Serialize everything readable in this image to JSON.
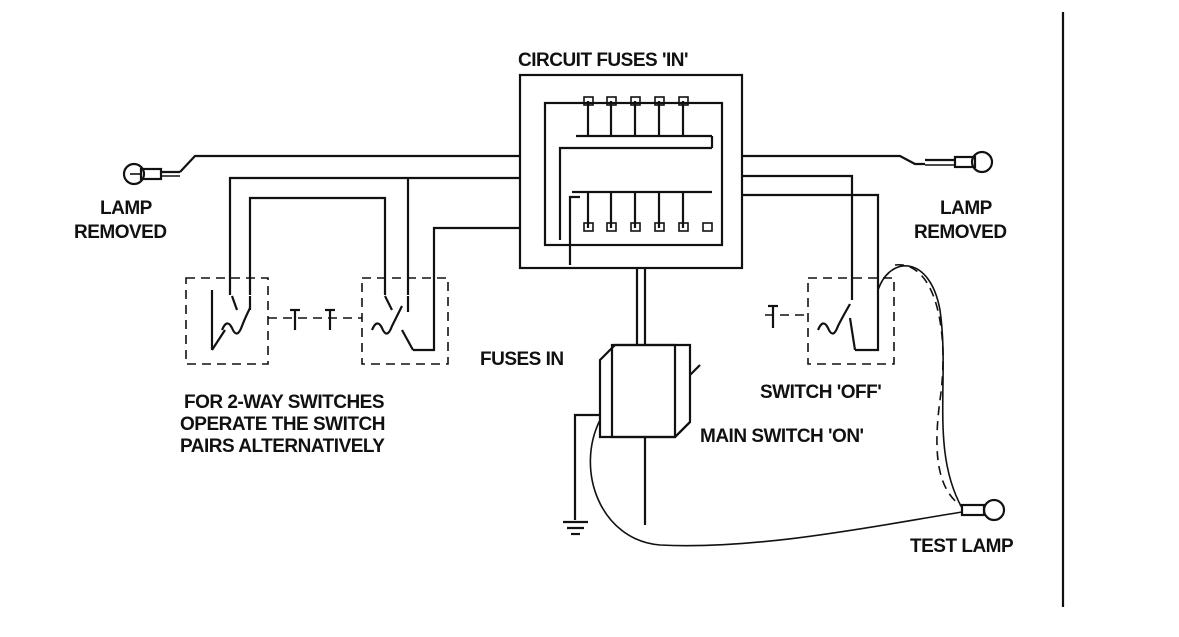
{
  "labels": {
    "circuit_fuses": "CIRCUIT FUSES 'IN'",
    "lamp_removed_left_1": "LAMP",
    "lamp_removed_left_2": "REMOVED",
    "lamp_removed_right_1": "LAMP",
    "lamp_removed_right_2": "REMOVED",
    "two_way_1": "FOR 2-WAY SWITCHES",
    "two_way_2": "OPERATE THE SWITCH",
    "two_way_3": "PAIRS ALTERNATIVELY",
    "fuses_in": "FUSES IN",
    "switch_off": "SWITCH 'OFF'",
    "main_switch_on": "MAIN SWITCH 'ON'",
    "test_lamp": "TEST LAMP"
  },
  "colors": {
    "ink": "#111111",
    "background": "#ffffff"
  }
}
